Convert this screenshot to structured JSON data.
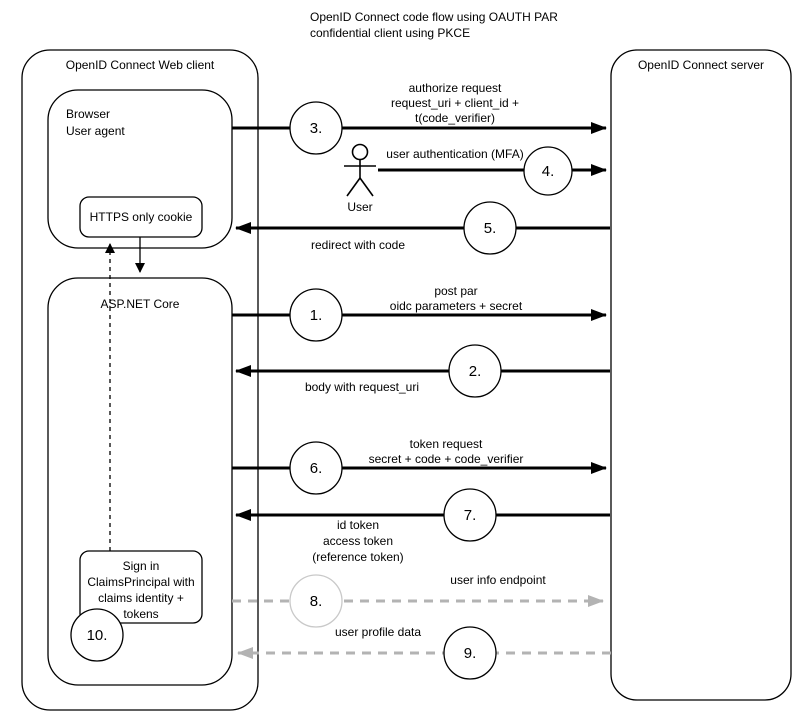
{
  "title": {
    "line1": "OpenID Connect code flow using OAUTH PAR",
    "line2": "confidential client using PKCE"
  },
  "client_box": {
    "label": "OpenID Connect Web client"
  },
  "browser_box": {
    "line1": "Browser",
    "line2": "User agent"
  },
  "cookie_box": {
    "label": "HTTPS only cookie"
  },
  "aspnet_box": {
    "label": "ASP.NET Core"
  },
  "signin_box": {
    "line1": "Sign in",
    "line2": "ClaimsPrincipal with",
    "line3": "claims identity +",
    "line4": "tokens"
  },
  "server_box": {
    "label": "OpenID Connect server"
  },
  "actor": {
    "label": "User"
  },
  "steps": {
    "s1": {
      "num": "1.",
      "line1": "post par",
      "line2": "oidc parameters + secret"
    },
    "s2": {
      "num": "2.",
      "line1": "body with request_uri"
    },
    "s3": {
      "num": "3.",
      "line1": "authorize request",
      "line2": "request_uri + client_id +",
      "line3": "t(code_verifier)"
    },
    "s4": {
      "num": "4.",
      "line1": "user authentication (MFA)"
    },
    "s5": {
      "num": "5.",
      "line1": "redirect with code"
    },
    "s6": {
      "num": "6.",
      "line1": "token request",
      "line2": "secret + code + code_verifier"
    },
    "s7": {
      "num": "7.",
      "line1": "id token",
      "line2": "access token",
      "line3": "(reference token)"
    },
    "s8": {
      "num": "8.",
      "line1": "user info endpoint"
    },
    "s9": {
      "num": "9.",
      "line1": "user profile data"
    },
    "s10": {
      "num": "10."
    }
  },
  "colors": {
    "line": "#000000",
    "dashed_gray": "#b3b3b3",
    "light_circle_stroke": "#c9c9c9",
    "background": "#ffffff"
  }
}
